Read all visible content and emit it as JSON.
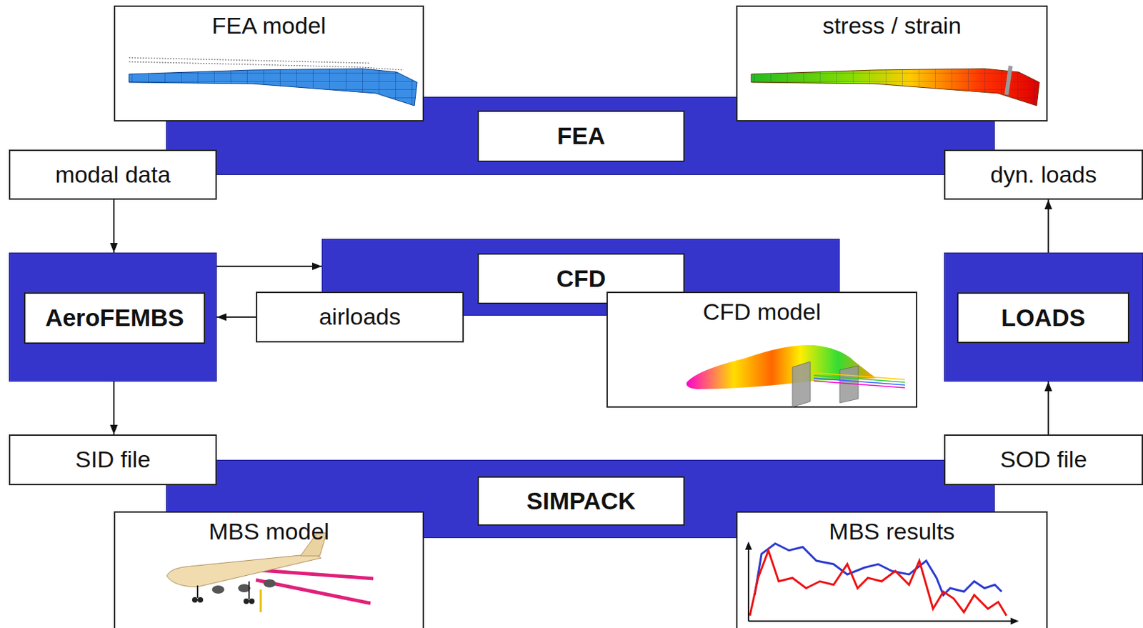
{
  "diagram": {
    "nodes": [
      {
        "text": [
          "FEA model"
        ]
      },
      {
        "text": [
          "stress / strain"
        ]
      },
      {
        "text": [
          "FEA"
        ]
      },
      {
        "text": [
          "modal data"
        ]
      },
      {
        "text": [
          "dyn. loads"
        ]
      },
      {
        "text": [
          "AeroFEMBS"
        ]
      },
      {
        "text": [
          "CFD"
        ]
      },
      {
        "text": [
          "airloads"
        ]
      },
      {
        "text": [
          "CFD model"
        ]
      },
      {
        "text": [
          "LOADS"
        ]
      },
      {
        "text": [
          "SID file"
        ]
      },
      {
        "text": [
          "SOD file"
        ]
      },
      {
        "text": [
          "SIMPACK"
        ]
      },
      {
        "text": [
          "MBS model"
        ]
      },
      {
        "text": [
          "MBS results"
        ]
      }
    ],
    "edges": [
      {
        "from": 3,
        "to": 5,
        "arrow": "to"
      },
      {
        "from": 5,
        "to": 6,
        "arrow": "to"
      },
      {
        "from": 7,
        "to": 5,
        "arrow": "to"
      },
      {
        "from": 5,
        "to": 10,
        "arrow": "to"
      },
      {
        "from": 11,
        "to": 9,
        "arrow": "to"
      },
      {
        "from": 9,
        "to": 4,
        "arrow": "to"
      }
    ]
  }
}
